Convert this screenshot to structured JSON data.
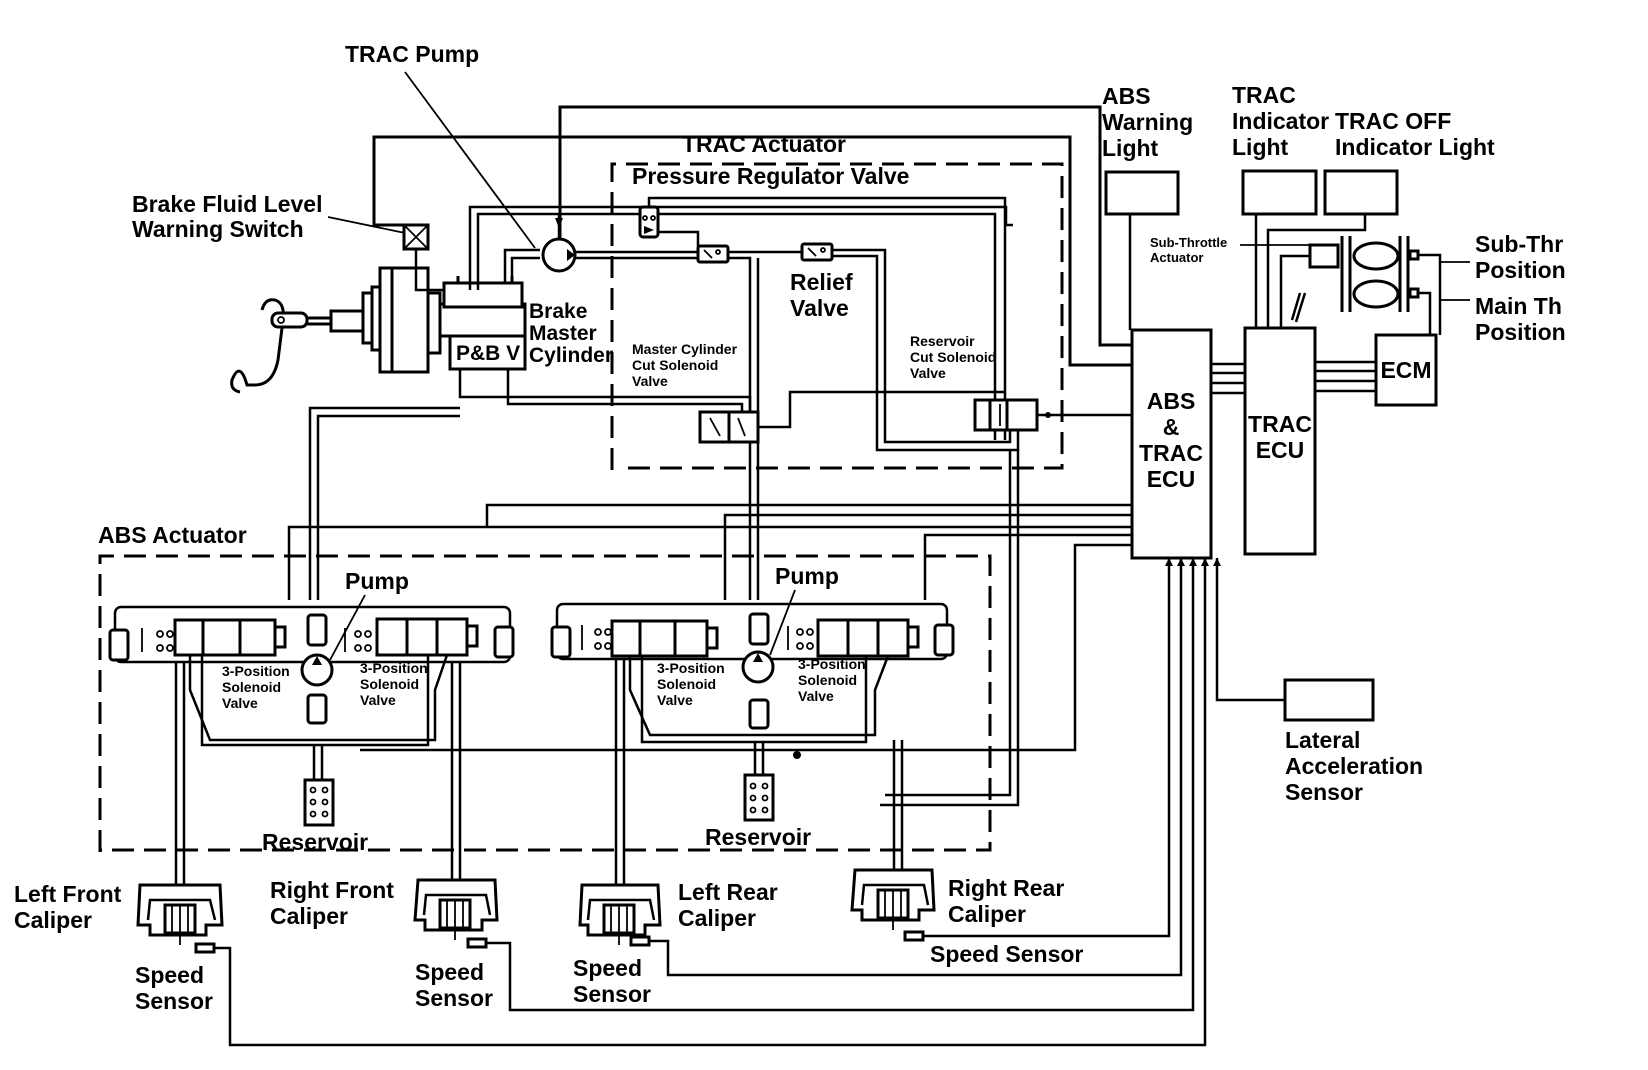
{
  "title": "TRAC / ABS System Diagram",
  "labels": {
    "trac_pump": "TRAC Pump",
    "brake_fluid_switch": [
      "Brake Fluid Level",
      "Warning Switch"
    ],
    "trac_actuator": "TRAC Actuator",
    "pressure_regulator_valve": "Pressure Regulator Valve",
    "relief_valve": [
      "Relief",
      "Valve"
    ],
    "brake_master_cylinder": [
      "Brake",
      "Master",
      "Cylinder"
    ],
    "pbv": "P&B V",
    "master_cylinder_cut": [
      "Master Cylinder",
      "Cut Solenoid",
      "Valve"
    ],
    "reservoir_cut": [
      "Reservoir",
      "Cut Solenoid",
      "Valve"
    ],
    "abs_warning_light": [
      "ABS",
      "Warning",
      "Light"
    ],
    "trac_indicator_light": [
      "TRAC",
      "Indicator",
      "Light"
    ],
    "trac_off_indicator_light": [
      "TRAC OFF",
      "Indicator Light"
    ],
    "sub_throttle_actuator": [
      "Sub-Throttle",
      "Actuator"
    ],
    "sub_throttle_position": [
      "Sub-Thr",
      "Position"
    ],
    "main_throttle_position": [
      "Main Th",
      "Position"
    ],
    "abs_trac_ecu": [
      "ABS",
      "&",
      "TRAC",
      "ECU"
    ],
    "trac_ecu": [
      "TRAC",
      "ECU"
    ],
    "ecm": "ECM",
    "abs_actuator": "ABS Actuator",
    "pump": "Pump",
    "three_position_valve": [
      "3-Position",
      "Solenoid",
      "Valve"
    ],
    "reservoir": "Reservoir",
    "lateral_accel_sensor": [
      "Lateral",
      "Acceleration",
      "Sensor"
    ],
    "left_front_caliper": [
      "Left Front",
      "Caliper"
    ],
    "right_front_caliper": [
      "Right Front",
      "Caliper"
    ],
    "left_rear_caliper": [
      "Left Rear",
      "Caliper"
    ],
    "right_rear_caliper": [
      "Right Rear",
      "Caliper"
    ],
    "speed_sensor": [
      "Speed",
      "Sensor"
    ],
    "speed_sensor_single": "Speed Sensor"
  },
  "colors": {
    "ink": "#000000",
    "paper": "#ffffff"
  }
}
